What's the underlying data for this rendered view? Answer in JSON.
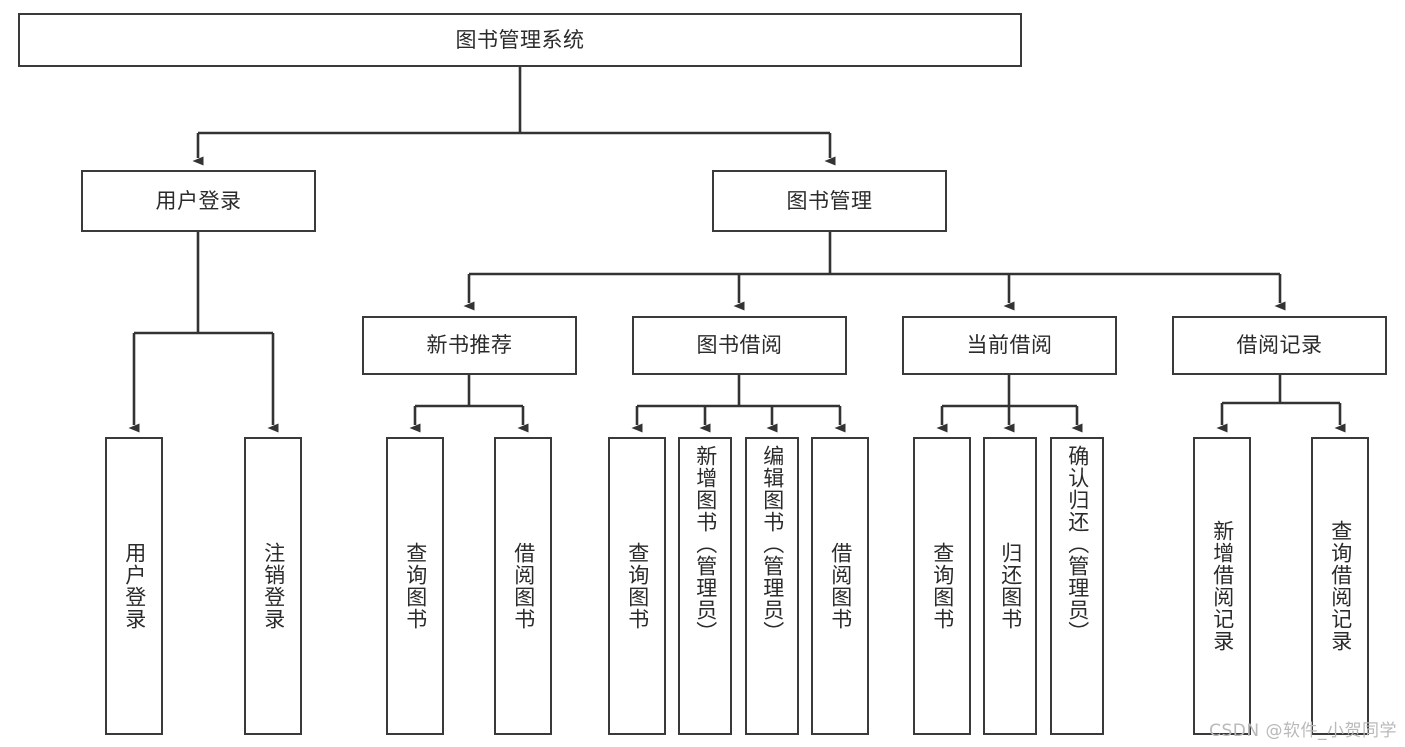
{
  "diagram": {
    "title": "图书管理系统",
    "type": "tree-hierarchy",
    "colors": {
      "node_border": "#3a3a3a",
      "node_fill": "#ffffff",
      "edge": "#333333",
      "text": "#2b2b2b",
      "watermark": "#b9b9b9",
      "background": "#ffffff"
    },
    "root": {
      "label": "图书管理系统"
    },
    "level2": [
      {
        "label": "用户登录"
      },
      {
        "label": "图书管理"
      }
    ],
    "level3": [
      {
        "label": "新书推荐"
      },
      {
        "label": "图书借阅"
      },
      {
        "label": "当前借阅"
      },
      {
        "label": "借阅记录"
      }
    ],
    "leaves": {
      "user_login": [
        {
          "label": "用户登录"
        },
        {
          "label": "注销登录"
        }
      ],
      "new_book_recommend": [
        {
          "label": "查询图书"
        },
        {
          "label": "借阅图书"
        }
      ],
      "book_borrow": [
        {
          "label": "查询图书"
        },
        {
          "label": "新增图书（管理员）"
        },
        {
          "label": "编辑图书（管理员）"
        },
        {
          "label": "借阅图书"
        }
      ],
      "current_borrow": [
        {
          "label": "查询图书"
        },
        {
          "label": "归还图书"
        },
        {
          "label": "确认归还（管理员）"
        }
      ],
      "borrow_record": [
        {
          "label": "新增借阅记录"
        },
        {
          "label": "查询借阅记录"
        }
      ]
    },
    "watermark": "CSDN @软件_小贺同学"
  }
}
